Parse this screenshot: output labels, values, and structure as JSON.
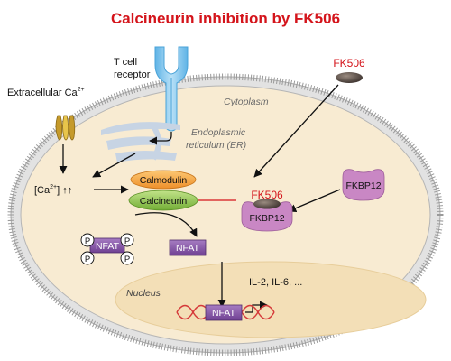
{
  "title": "Calcineurin inhibition by FK506",
  "labels": {
    "tcr": [
      "T cell",
      "receptor"
    ],
    "extracellular": "Extracellular Ca",
    "extracellular_sup": "2+",
    "cytoplasm": "Cytoplasm",
    "er": [
      "Endoplasmic",
      "reticulum (ER)"
    ],
    "ca_open": "[Ca",
    "ca_sup": "2+",
    "ca_close": "] ↑↑",
    "calmodulin": "Calmodulin",
    "calcineurin": "Calcineurin",
    "fk506_top": "FK506",
    "fk506_complex": "FK506",
    "fkbp12_complex": "FKBP12",
    "fkbp12_free": "FKBP12",
    "nfat_phos": "NFAT",
    "phospho": "P",
    "nfat_free": "NFAT",
    "nucleus": "Nucleus",
    "nfat_dna": "NFAT",
    "genes": "IL-2, IL-6, ..."
  },
  "colors": {
    "title_red": "#d4141b",
    "cell_fill": "#f8ebd2",
    "membrane": "#bdbdbd",
    "nucleus_fill": "#f3dfb7",
    "calmodulin": "#f5a94a",
    "calcineurin": "#9ccc5a",
    "fkbp12": "#c987c4",
    "nfat": "#8a5aa8",
    "tcr": "#7ec3ea",
    "er": "#c7d4e4",
    "dna": "#d53a3a",
    "inhibit": "#d4141b"
  },
  "icons": [
    "t-cell-receptor-icon",
    "calcium-channel-icon",
    "er-icon",
    "fk506-pill-icon",
    "dna-helix-icon"
  ]
}
